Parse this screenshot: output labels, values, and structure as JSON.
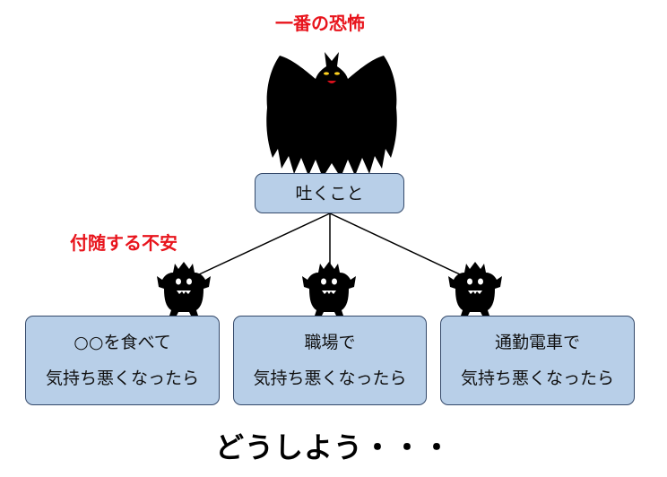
{
  "top_label": "一番の恐怖",
  "side_label": "付随する不安",
  "center_box": {
    "text": "吐くこと"
  },
  "children": [
    {
      "line1": "○○を食べて",
      "line2": "気持ち悪くなったら"
    },
    {
      "line1": "職場で",
      "line2": "気持ち悪くなったら"
    },
    {
      "line1": "通勤電車で",
      "line2": "気持ち悪くなったら"
    }
  ],
  "bottom_text": "どうしよう・・・",
  "colors": {
    "label_red": "#e8141c",
    "box_fill": "#b8cfe8",
    "box_border": "#34496a",
    "silhouette": "#000000"
  },
  "icons": {
    "big": "large-demon-silhouette-icon",
    "small": "small-demon-silhouette-icon"
  }
}
